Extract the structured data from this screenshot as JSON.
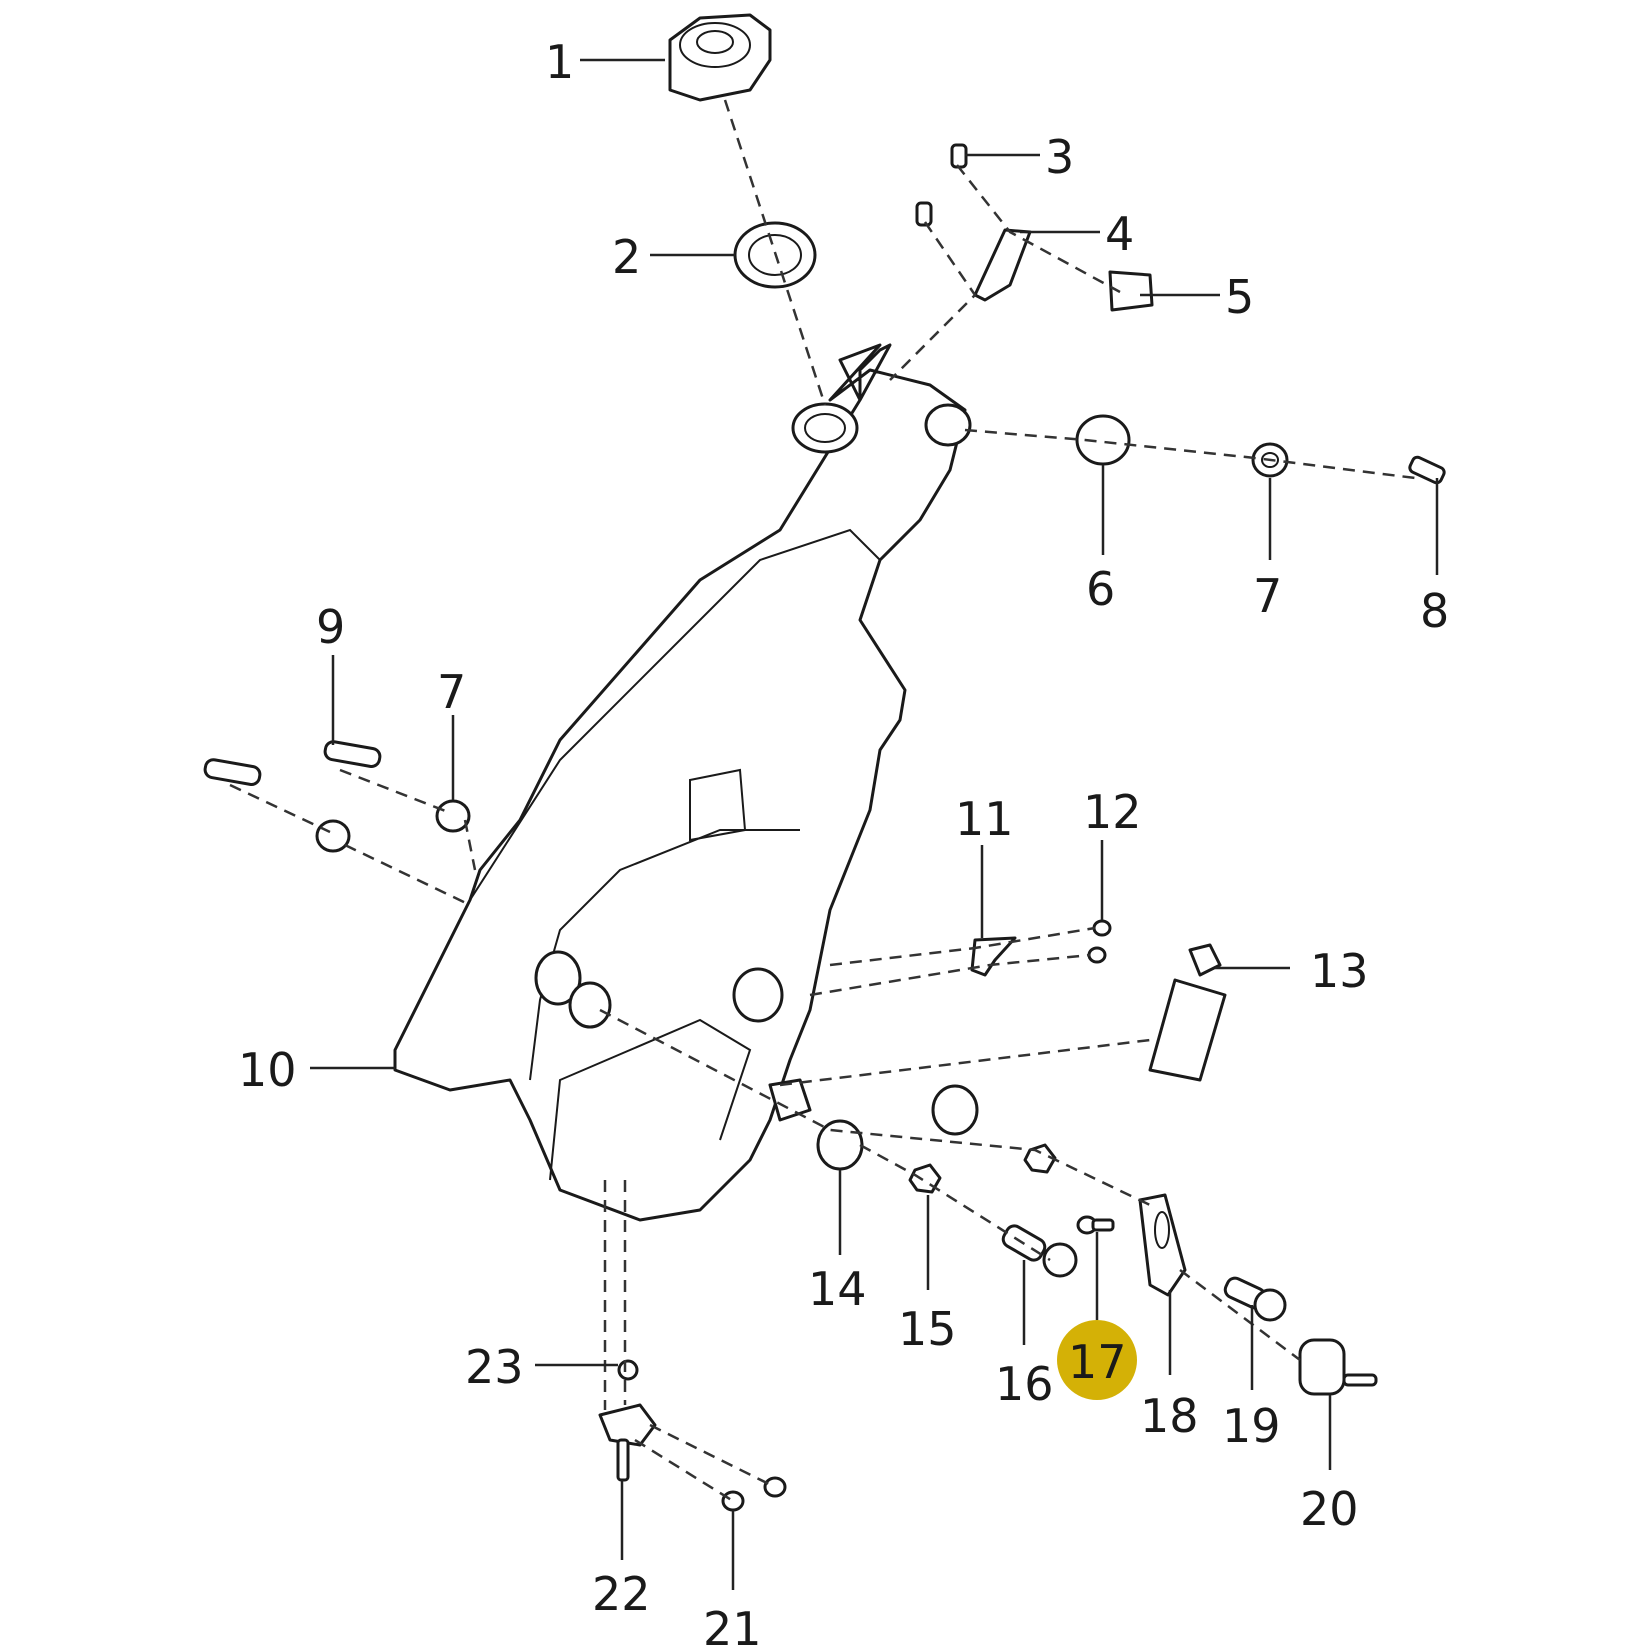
{
  "diagram": {
    "title": "Fuel tank exploded parts diagram",
    "highlight_color": "#d4b106",
    "highlighted_part": "17",
    "parts": [
      {
        "id": "p1",
        "number": "1",
        "name": "fuel-cap"
      },
      {
        "id": "p2",
        "number": "2",
        "name": "filler-neck-seal"
      },
      {
        "id": "p3",
        "number": "3",
        "name": "bolt"
      },
      {
        "id": "p4",
        "number": "4",
        "name": "bracket"
      },
      {
        "id": "p5",
        "number": "5",
        "name": "clip-nut"
      },
      {
        "id": "p6",
        "number": "6",
        "name": "rubber-grommet"
      },
      {
        "id": "p7a",
        "number": "7",
        "name": "collar"
      },
      {
        "id": "p8",
        "number": "8",
        "name": "bolt"
      },
      {
        "id": "p9",
        "number": "9",
        "name": "bolt"
      },
      {
        "id": "p7b",
        "number": "7",
        "name": "collar"
      },
      {
        "id": "p10",
        "number": "10",
        "name": "fuel-tank"
      },
      {
        "id": "p11",
        "number": "11",
        "name": "bracket"
      },
      {
        "id": "p12",
        "number": "12",
        "name": "screw"
      },
      {
        "id": "p13",
        "number": "13",
        "name": "fuel-pump-connector"
      },
      {
        "id": "p14",
        "number": "14",
        "name": "grommet"
      },
      {
        "id": "p15",
        "number": "15",
        "name": "nut"
      },
      {
        "id": "p16",
        "number": "16",
        "name": "collar-bolt"
      },
      {
        "id": "p17",
        "number": "17",
        "name": "screw"
      },
      {
        "id": "p18",
        "number": "18",
        "name": "bracket-plate"
      },
      {
        "id": "p19",
        "number": "19",
        "name": "collar-bolt"
      },
      {
        "id": "p20",
        "number": "20",
        "name": "rubber-mount"
      },
      {
        "id": "p21",
        "number": "21",
        "name": "bolt"
      },
      {
        "id": "p22",
        "number": "22",
        "name": "drain-valve"
      },
      {
        "id": "p23",
        "number": "23",
        "name": "o-ring"
      }
    ]
  }
}
